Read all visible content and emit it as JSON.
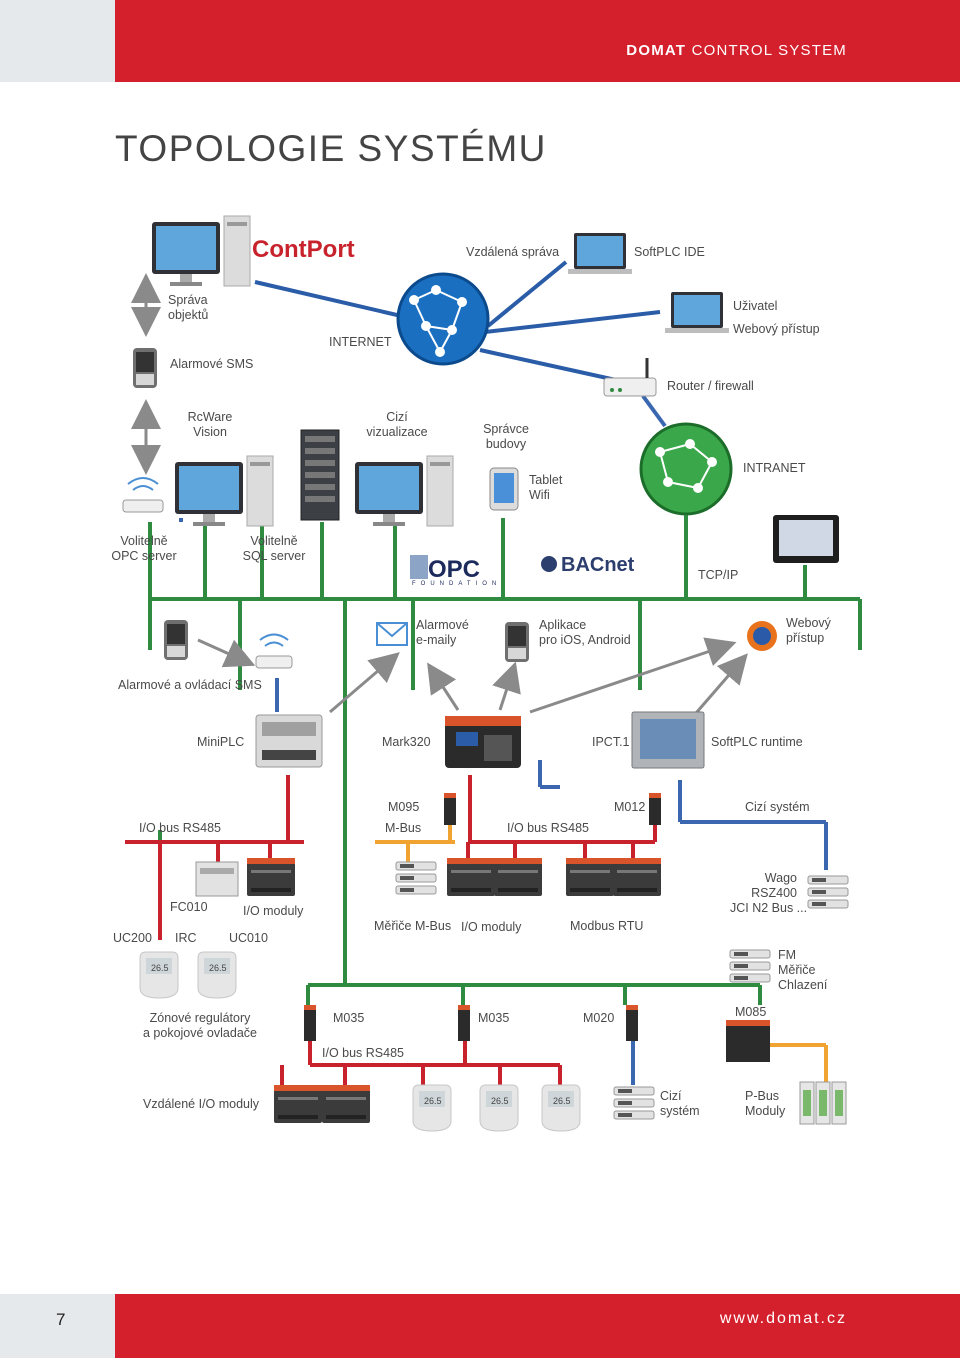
{
  "header": {
    "brand_bold": "DOMAT",
    "brand_rest": "CONTROL SYSTEM"
  },
  "page_title": "TOPOLOGIE SYSTÉMU",
  "footer": {
    "page_number": "7",
    "website": "www.domat.cz"
  },
  "logos": {
    "contport": "ContPort",
    "opc": "OPC",
    "opc_sub": "FOUNDATION",
    "bacnet": "BACnet"
  },
  "labels": {
    "vzdalena_sprava": "Vzdálená správa",
    "softplc_ide": "SoftPLC IDE",
    "sprava_objektu": [
      "Správa",
      "objektů"
    ],
    "internet": "INTERNET",
    "uzivatel": "Uživatel",
    "webovy_pristup_1": "Webový přístup",
    "alarmove_sms": "Alarmové SMS",
    "router": "Router / firewall",
    "rcware": [
      "RcWare",
      "Vision"
    ],
    "cizi_vizualizace": [
      "Cizí",
      "vizualizace"
    ],
    "spravce_budovy": [
      "Správce",
      "budovy"
    ],
    "tablet": [
      "Tablet",
      "Wifi"
    ],
    "intranet": "INTRANET",
    "opc_server": [
      "Volitelně",
      "OPC server"
    ],
    "sql_server": [
      "Volitelně",
      "SQL server"
    ],
    "tcpip": "TCP/IP",
    "alarmove_emaily": [
      "Alarmové",
      "e-maily"
    ],
    "aplikace": [
      "Aplikace",
      "pro iOS, Android"
    ],
    "webovy_pristup_2": [
      "Webový",
      "přístup"
    ],
    "alarmove_ovladaci": "Alarmové a ovládací SMS",
    "miniplc": "MiniPLC",
    "mark320": "Mark320",
    "ipct": "IPCT.1",
    "softplc_runtime": "SoftPLC runtime",
    "m095": "M095",
    "m012": "M012",
    "cizi_system_1": "Cizí systém",
    "io_bus_1": "I/O bus RS485",
    "mbus": "M-Bus",
    "io_bus_2": "I/O bus RS485",
    "wago": [
      "Wago",
      "RSZ400",
      "JCI N2 Bus ..."
    ],
    "fc010": "FC010",
    "io_moduly_1": "I/O moduly",
    "uc200": "UC200",
    "irc": "IRC",
    "uc010": "UC010",
    "merice_mbus": "Měřiče M-Bus",
    "io_moduly_2": "I/O moduly",
    "modbus_rtu": "Modbus RTU",
    "fm": [
      "FM",
      "Měřiče",
      "Chlazení"
    ],
    "zonove": [
      "Zónové regulátory",
      "a pokojové ovladače"
    ],
    "m035_1": "M035",
    "m035_2": "M035",
    "m020": "M020",
    "m085": "M085",
    "io_bus_3": "I/O bus RS485",
    "vzdalene_io": "Vzdálené I/O moduly",
    "cizi_system_2": [
      "Cizí",
      "systém"
    ],
    "pbus": [
      "P-Bus",
      "Moduly"
    ]
  },
  "colors": {
    "green_bus": "#2e8b3f",
    "red_bus": "#c8232c",
    "blue_bus": "#3b67b0",
    "orange_bus": "#f0a330",
    "internet_line": "#2a5ca8",
    "arrow": "#8a8a8a",
    "header_red": "#d41f2c"
  },
  "icons": [
    "pc-icon",
    "laptop-icon",
    "server-rack-icon",
    "phone-icon",
    "router-icon",
    "globe-icon",
    "tablet-icon",
    "touch-panel-icon",
    "email-icon",
    "browser-icon",
    "plc-icon",
    "io-module-icon",
    "thermostat-icon",
    "meter-icon"
  ]
}
